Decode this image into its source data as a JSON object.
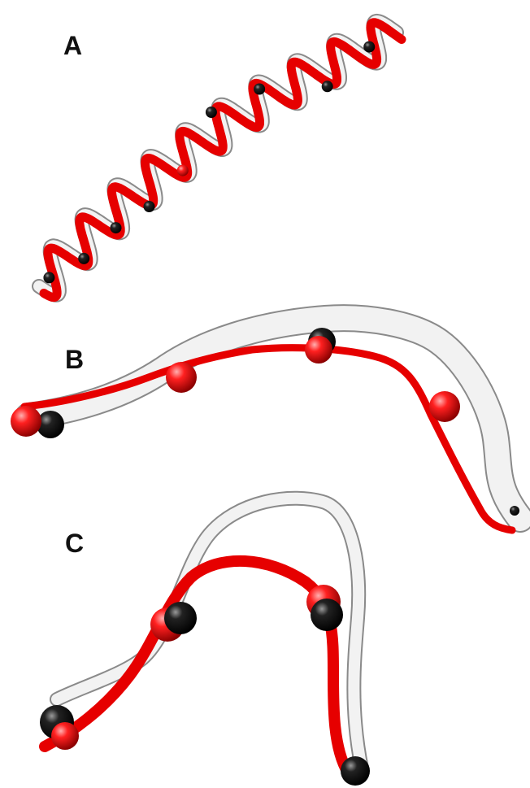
{
  "figure": {
    "panels": [
      {
        "label": "A",
        "structure": "alpha-helix"
      },
      {
        "label": "B",
        "structure": "extended-loop"
      },
      {
        "label": "C",
        "structure": "hairpin-loop"
      }
    ],
    "colors": {
      "model_ribbon": "#e60000",
      "reference_ribbon": "#f2f2f2",
      "reference_outline": "#8a8a8a",
      "model_atom": "#ee0000",
      "reference_atom": "#050505",
      "label_text": "#111111"
    }
  }
}
